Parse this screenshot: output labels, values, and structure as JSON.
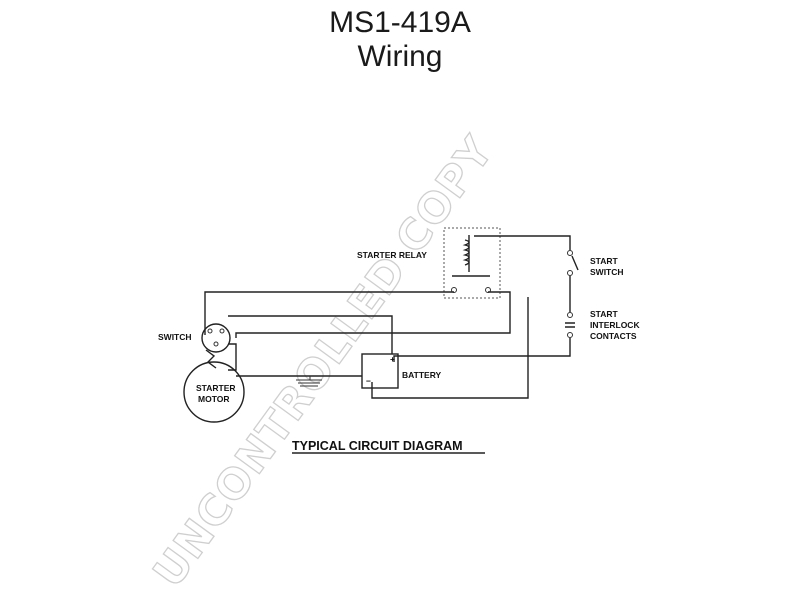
{
  "title": {
    "line1": "MS1-419A",
    "line2": "Wiring"
  },
  "labels": {
    "starter_relay": "STARTER RELAY",
    "start_switch_1": "START",
    "start_switch_2": "SWITCH",
    "interlock_1": "START",
    "interlock_2": "INTERLOCK",
    "interlock_3": "CONTACTS",
    "switch": "SWITCH",
    "starter_motor_1": "STARTER",
    "starter_motor_2": "MOTOR",
    "battery": "BATTERY"
  },
  "caption": "TYPICAL CIRCUIT DIAGRAM",
  "watermark": "UNCONTROLLED COPY",
  "colors": {
    "line": "#222222",
    "watermark": "#cfcfcf"
  }
}
